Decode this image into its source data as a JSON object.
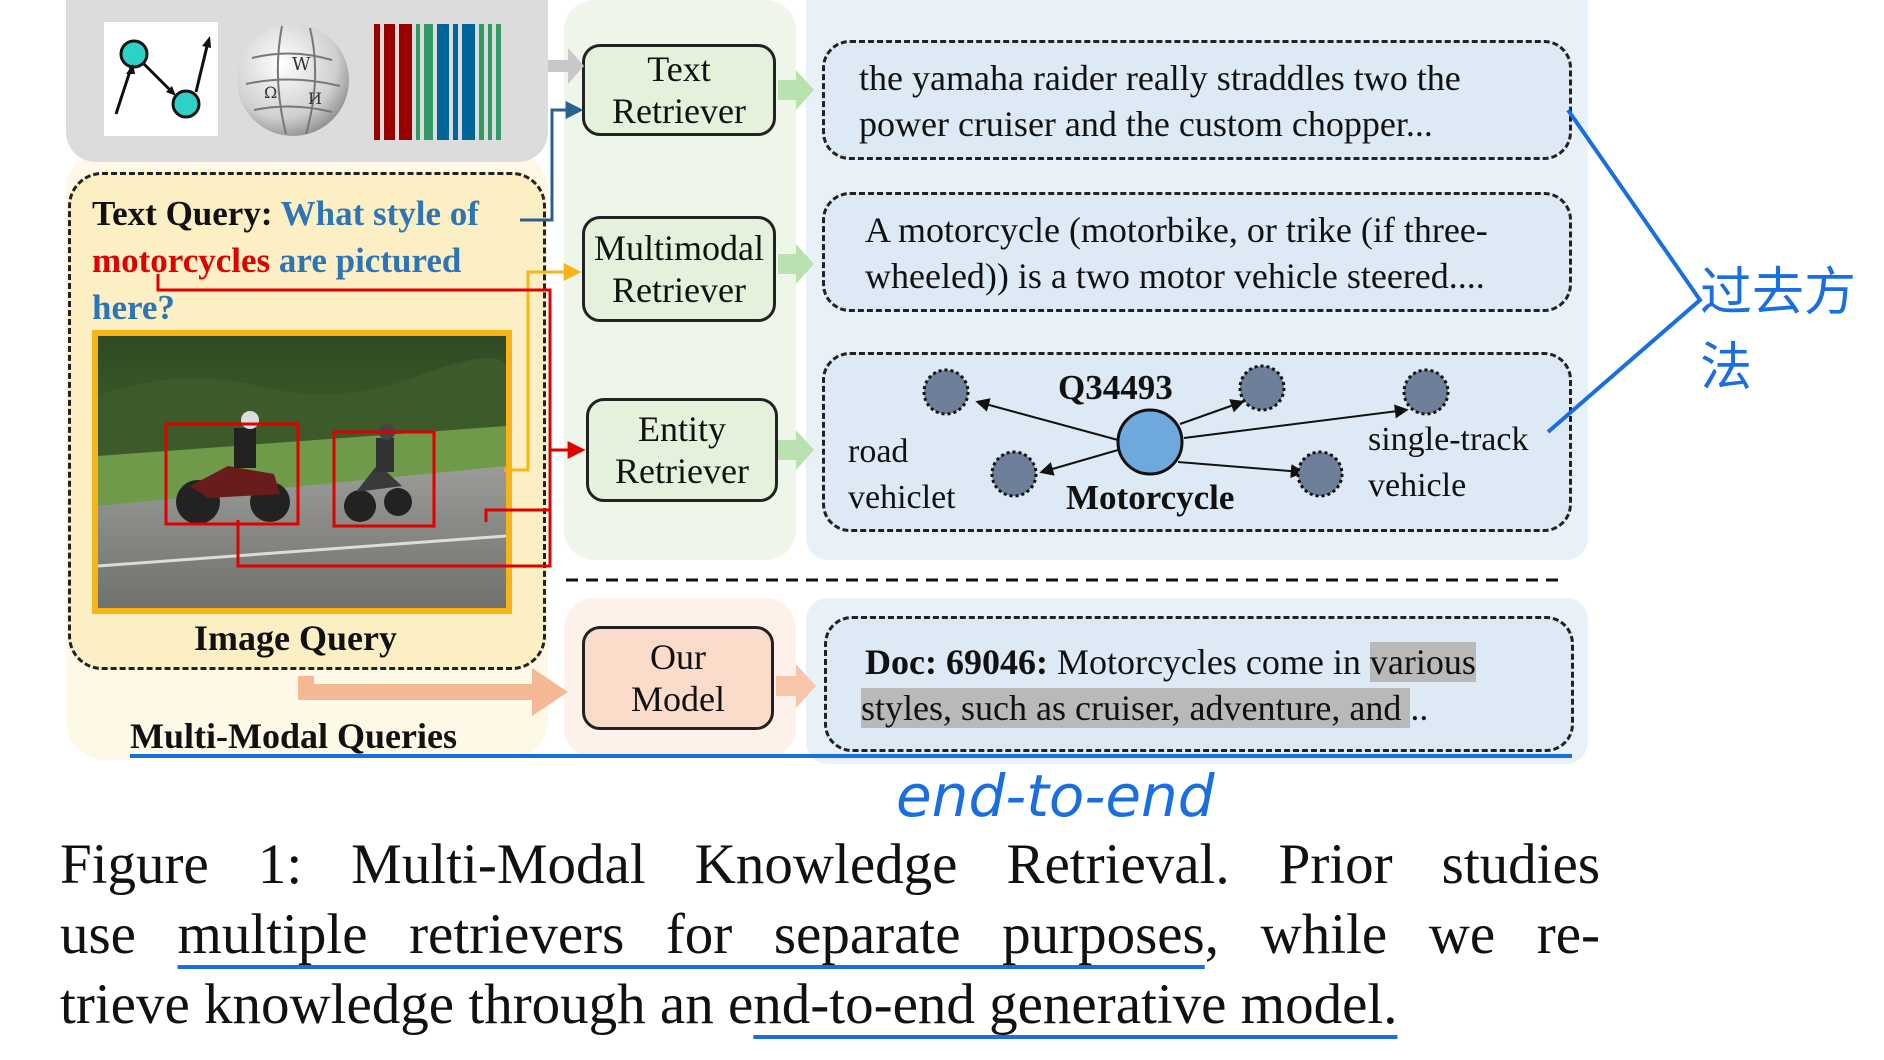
{
  "figure": {
    "text_query_label": "Text Query:",
    "text_query_part1": " What style of",
    "text_query_highlight": "motorcycles",
    "text_query_part2": " are pictured",
    "text_query_part3": "here?",
    "image_query_label": "Image Query",
    "multimodal_queries_label": "Multi-Modal Queries",
    "retrievers": [
      {
        "line1": "Text",
        "line2": "Retriever"
      },
      {
        "line1": "Multimodal",
        "line2": "Retriever"
      },
      {
        "line1": "Entity",
        "line2": "Retriever"
      }
    ],
    "our_model": {
      "line1": "Our",
      "line2": "Model"
    },
    "results": {
      "text_result_line1": "the yamaha raider really straddles two  the",
      "text_result_line2": "power cruiser and the custom chopper...",
      "multimodal_result_line1": "A motorcycle (motorbike, or trike (if three-",
      "multimodal_result_line2": "wheeled)) is a two motor vehicle steered....",
      "graph": {
        "entity_id": "Q34493",
        "center_label": "Motorcycle",
        "left_label_line1": "road",
        "left_label_line2": "vehiclet",
        "right_label_line1": "single-track",
        "right_label_line2": "vehicle"
      },
      "doc_label": "Doc: 69046:",
      "doc_text1": " Motorcycles come in ",
      "doc_hl1": "various",
      "doc_hl2": "styles, such as cruiser, adventure, and ",
      "doc_tail": ".."
    }
  },
  "annotations": {
    "bracket_note": "过去方法",
    "end_to_end_note": "end-to-end"
  },
  "caption": {
    "line1": "Figure 1: Multi-Modal Knowledge Retrieval. Prior studies",
    "line2_pre": "use ",
    "line2_u": "multiple retrievers for separate purposes",
    "line2_post": ", while we re-",
    "line3_pre": "trieve knowledge through an e",
    "line3_u": "nd-to-end generative model."
  },
  "colors": {
    "query_blue": "#2e75b6",
    "query_red": "#e00000",
    "annotation_blue": "#1a6fe0",
    "image_border": "#f6b419",
    "panel_yellow": "#fdf3d6",
    "panel_green": "#eaf5e6",
    "panel_blue": "#e4eef8",
    "panel_peach": "#fbe7dc"
  }
}
